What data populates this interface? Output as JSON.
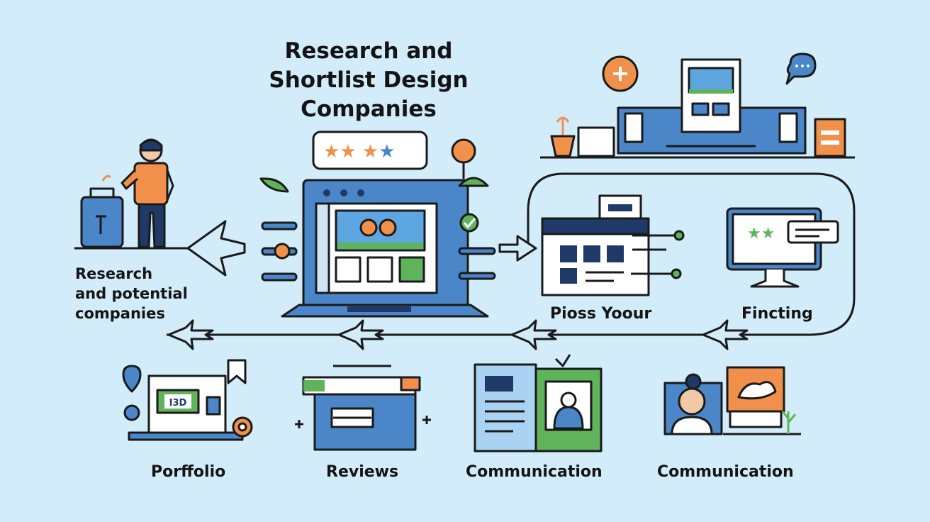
{
  "title": {
    "line1": "Research and",
    "line2": "Shortlist Design",
    "line3": "Companies"
  },
  "side_label": {
    "line1": "Research",
    "line2": "and potential",
    "line3": "companies"
  },
  "step_labels": {
    "pioss": "Pioss Yoour",
    "fincting": "Fincting"
  },
  "bottom_labels": {
    "portfolio": "Porffolio",
    "reviews": "Reviews",
    "communication_1": "Communication",
    "communication_2": "Communication"
  },
  "portfolio_screen_text": "I3D",
  "colors": {
    "background": "#d3ecfa",
    "blue": "#4a86c8",
    "dark_navy": "#1f3a66",
    "orange": "#f0904a",
    "green": "#5fb35a",
    "outline": "#1a1a1a"
  }
}
